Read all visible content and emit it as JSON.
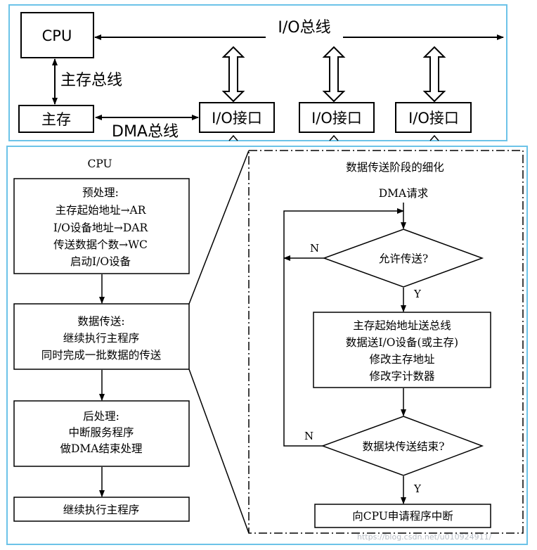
{
  "top": {
    "io_bus": "I/O总线",
    "cpu": "CPU",
    "main_bus": "主存总线",
    "memory": "主存",
    "dma_bus": "DMA总线",
    "io_ports": [
      "I/O接口",
      "I/O接口",
      "I/O接口"
    ]
  },
  "left": {
    "title": "CPU",
    "pre": [
      "预处理:",
      "主存起始地址→AR",
      "I/O设备地址→DAR",
      "传送数据个数→WC",
      "启动I/O设备"
    ],
    "transfer": [
      "数据传送:",
      "继续执行主程序",
      "同时完成一批数据的传送"
    ],
    "post": [
      "后处理:",
      "中断服务程序",
      "做DMA结束处理"
    ],
    "resume": "继续执行主程序"
  },
  "right": {
    "title": "数据传送阶段的细化",
    "request": "DMA请求",
    "decision1": "允许传送?",
    "process": [
      "主存起始地址送总线",
      "数据送I/O设备(或主存)",
      "修改主存地址",
      "修改字计数器"
    ],
    "decision2": "数据块传送结束?",
    "final": "向CPU申请程序中断",
    "yes": "Y",
    "no": "N"
  },
  "watermark": "https://blog.csdn.net/u010924911/"
}
